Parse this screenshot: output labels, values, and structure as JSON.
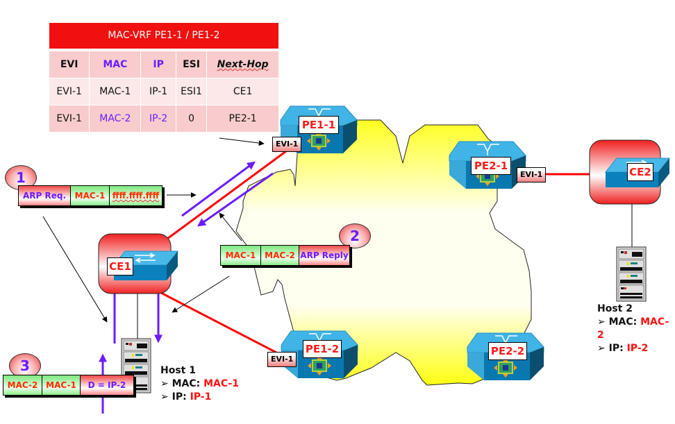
{
  "vrf_table": {
    "title": "MAC-VRF PE1-1 / PE1-2",
    "columns": [
      "EVI",
      "MAC",
      "IP",
      "ESI",
      "Next-Hop"
    ],
    "rows": [
      [
        "EVI-1",
        "MAC-1",
        "IP-1",
        "ESI1",
        "CE1"
      ],
      [
        "EVI-1",
        "MAC-2",
        "IP-2",
        "0",
        "PE2-1"
      ]
    ]
  },
  "steps": [
    {
      "number": "1",
      "fields": [
        "ARP Req.",
        "MAC-1",
        "ffff.ffff.ffff"
      ]
    },
    {
      "number": "2",
      "fields": [
        "MAC-1",
        "MAC-2",
        "ARP Reply"
      ]
    },
    {
      "number": "3",
      "fields": [
        "MAC-2",
        "MAC-1",
        "D = IP-2"
      ]
    }
  ],
  "nodes": {
    "pe1_1": {
      "label": "PE1-1",
      "evi": "EVI-1"
    },
    "pe1_2": {
      "label": "PE1-2",
      "evi": "EVI-1"
    },
    "pe2_1": {
      "label": "PE2-1",
      "evi": "EVI-1"
    },
    "pe2_2": {
      "label": "PE2-2"
    },
    "ce1": {
      "label": "CE1"
    },
    "ce2": {
      "label": "CE2"
    }
  },
  "hosts": [
    {
      "name": "Host 1",
      "mac_label": "MAC:",
      "mac": "MAC-1",
      "ip_label": "IP:",
      "ip": "IP-1"
    },
    {
      "name": "Host 2",
      "mac_label": "MAC:",
      "mac": "MAC-2",
      "ip_label": "IP:",
      "ip": "IP-2"
    }
  ],
  "colors": {
    "link": "#ff0000",
    "flow_arrow": "#6a1bff",
    "cloud": "#ffff20",
    "router": "#3fb0e0",
    "table_header": "#f01010"
  }
}
